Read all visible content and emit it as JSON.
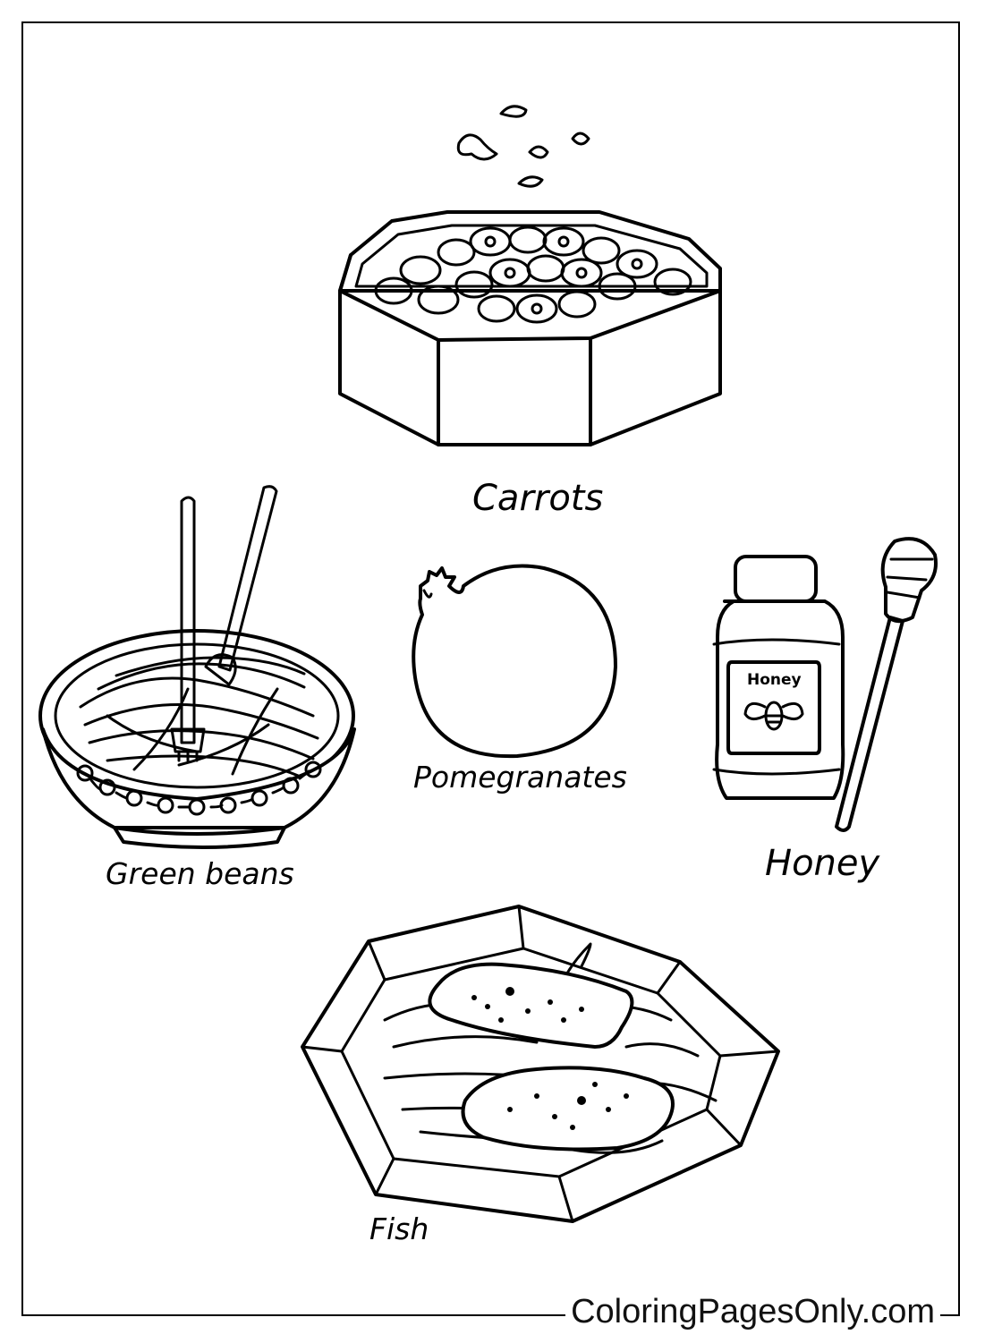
{
  "labels": {
    "carrots": "Carrots",
    "green_beans": "Green beans",
    "pomegranates": "Pomegranates",
    "honey": "Honey",
    "fish": "Fish"
  },
  "honey_jar_label": "Honey",
  "brand": "ColoringPagesOnly.com",
  "colors": {
    "line": "#000000",
    "background": "#ffffff"
  },
  "icons": [
    "carrots-box-icon",
    "green-beans-bowl-icon",
    "pomegranate-icon",
    "honey-jar-icon",
    "honey-dipper-icon",
    "fish-platter-icon"
  ]
}
